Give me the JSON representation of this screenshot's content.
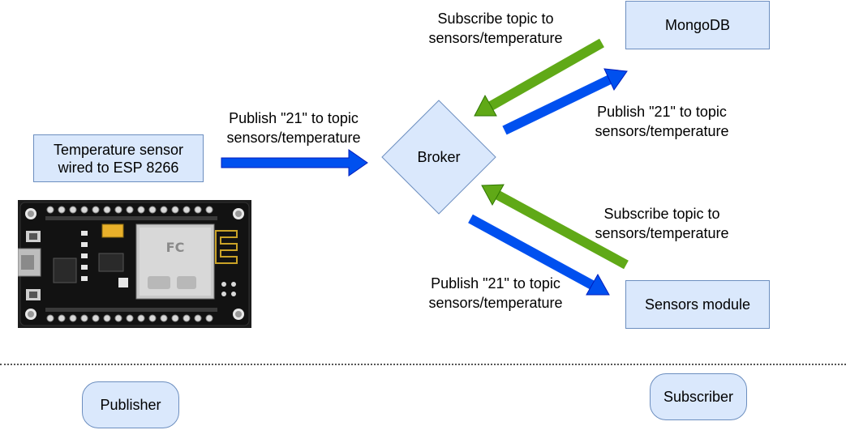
{
  "nodes": {
    "temp_sensor": "Temperature sensor\nwired to ESP 8266",
    "broker": "Broker",
    "mongodb": "MongoDB",
    "sensors_module": "Sensors module"
  },
  "edges": {
    "sensor_to_broker": "Publish \"21\" to topic\nsensors/temperature",
    "mongo_subscribe": "Subscribe topic to\nsensors/temperature",
    "broker_to_mongo": "Publish \"21\" to topic\nsensors/temperature",
    "sensors_subscribe": "Subscribe topic to\nsensors/temperature",
    "broker_to_sensors": "Publish \"21\" to topic\nsensors/temperature"
  },
  "roles": {
    "publisher": "Publisher",
    "subscriber": "Subscriber"
  },
  "colors": {
    "node_fill": "#dae8fc",
    "node_stroke": "#6c8ebf",
    "publish_arrow": "#0050ef",
    "subscribe_arrow": "#60a917"
  },
  "image": {
    "board": "ESP8266 NodeMCU development board photo"
  }
}
